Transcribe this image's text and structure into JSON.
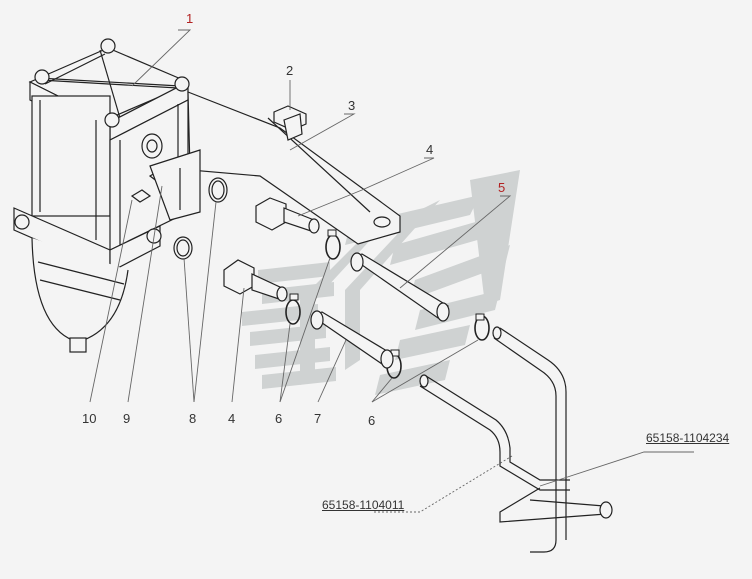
{
  "colors": {
    "line": "#222222",
    "leader": "#8a8a8a",
    "callout_red": "#b22222",
    "label_dark": "#333333",
    "watermark": "#c8cccc"
  },
  "callouts": {
    "c1": "1",
    "c2": "2",
    "c3": "3",
    "c4_top": "4",
    "c5": "5",
    "c10": "10",
    "c9": "9",
    "c8": "8",
    "c4_bottom": "4",
    "c6_left": "6",
    "c7": "7",
    "c6_right": "6"
  },
  "part_numbers": {
    "tube_a": "65158-1104234",
    "tube_b": "65158-1104011"
  },
  "watermark_icon": "company-logo-watermark"
}
